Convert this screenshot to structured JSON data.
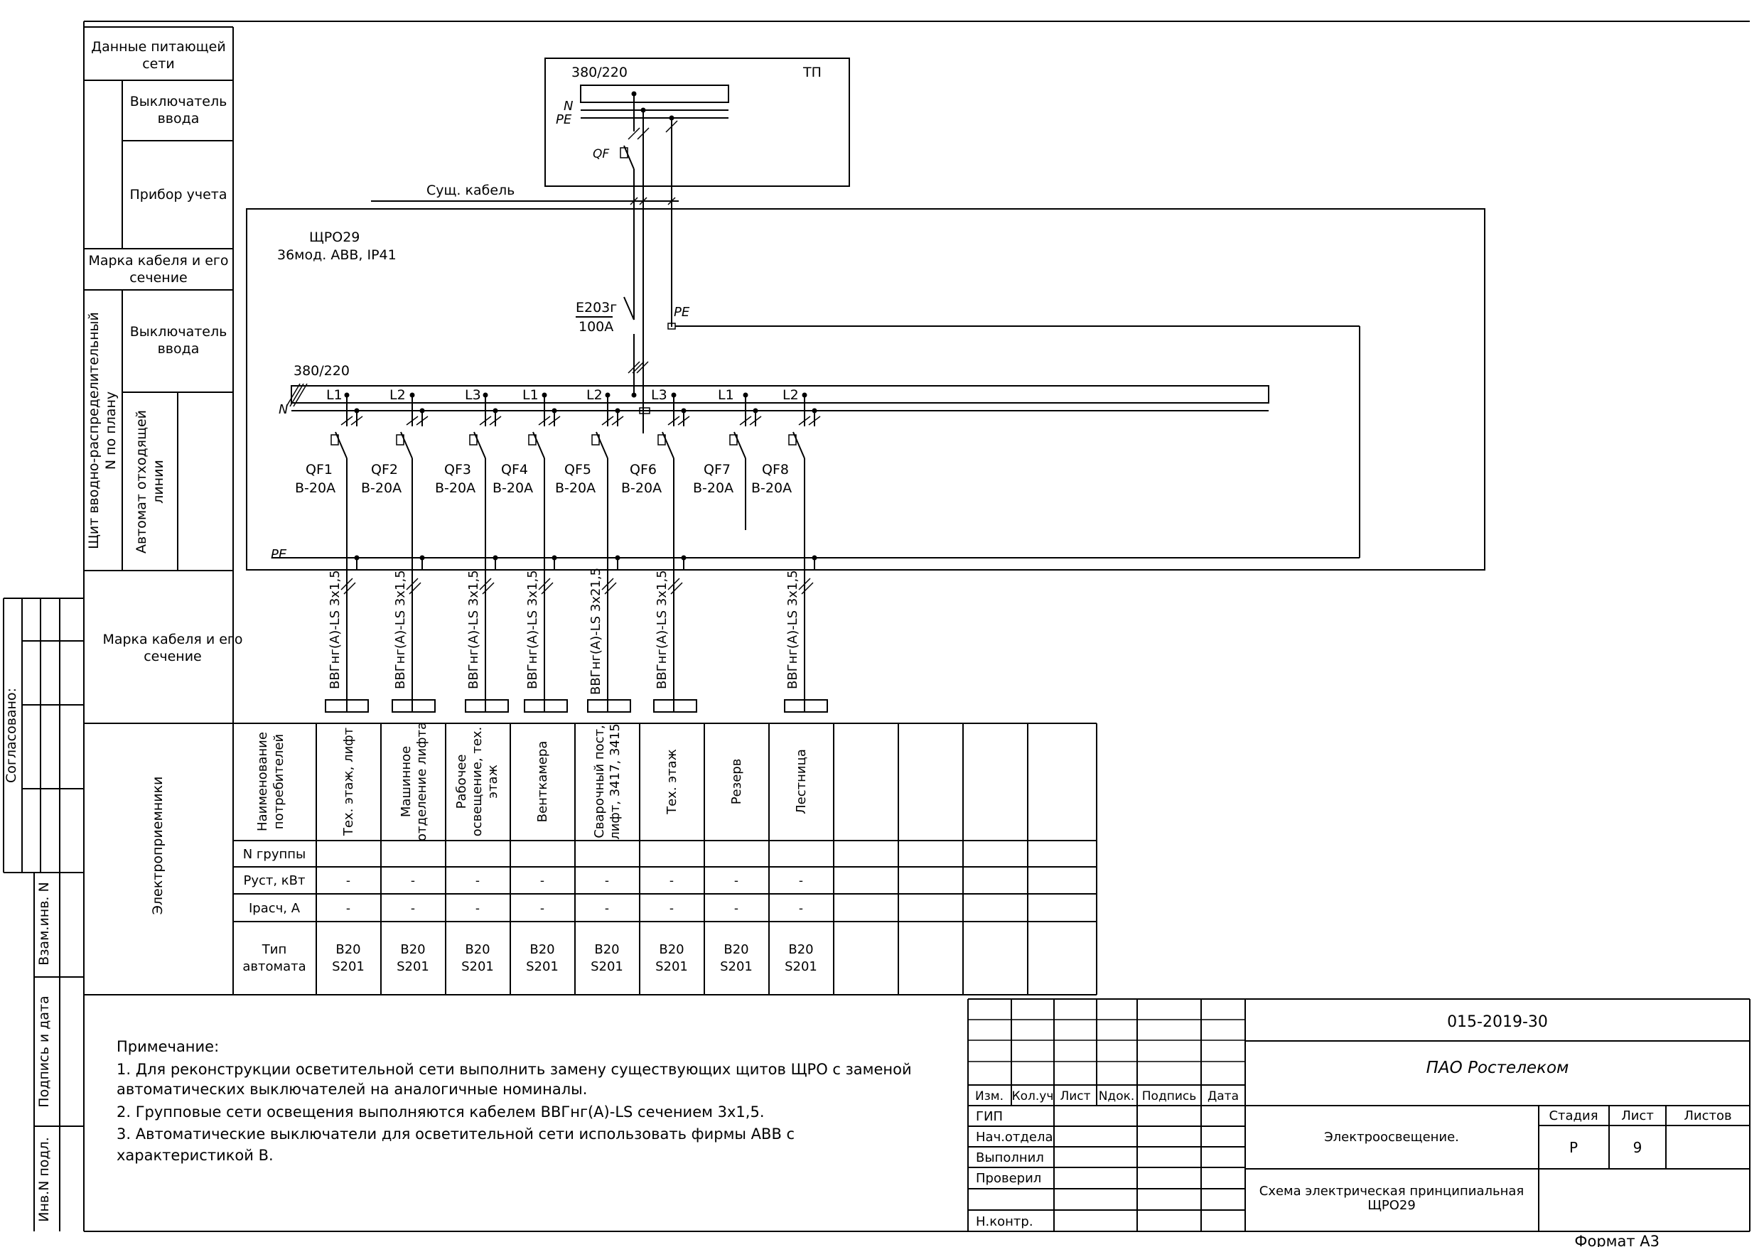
{
  "left_strip": {
    "soglasovano": "Согласовано:",
    "vzam_inv": "Взам.инв. N",
    "podpis_data": "Подпись и дата",
    "inv_podl": "Инв.N подл."
  },
  "left_table": {
    "supply_data": [
      "Данные питающей",
      "сети"
    ],
    "input_breaker_top": [
      "Выключатель",
      "ввода"
    ],
    "meter": "Прибор учета",
    "cable_top": [
      "Марка кабеля и его",
      "сечение"
    ],
    "panel_vertical": [
      "Щит вводно-распределительный",
      "N по плану"
    ],
    "input_breaker_panel": [
      "Выключатель",
      "ввода"
    ],
    "outgoing_vertical": [
      "Автомат отходящей",
      "линии"
    ],
    "cable_bottom": [
      "Марка кабеля и его",
      "сечение"
    ],
    "receivers_vertical": "Электроприемники"
  },
  "tp_box": {
    "voltage": "380/220",
    "name": "ТП",
    "n": "N",
    "pe": "PE",
    "qf": "QF",
    "existing_cable": "Сущ. кабель"
  },
  "panel": {
    "name": "ЩРО29",
    "spec": "36мод. ABB, IP41",
    "main_breaker": "E203г",
    "main_rating": "100А",
    "voltage": "380/220",
    "pe_top": "PE",
    "n": "N",
    "pe_bottom": "PE",
    "phases": [
      "L1",
      "L2",
      "L3",
      "L1",
      "L2",
      "L3",
      "L1",
      "L2"
    ]
  },
  "circuits": [
    {
      "qf": "QF1",
      "rating": "B-20A",
      "cable": "ВВГнг(А)-LS 3х1,5",
      "consumer": [
        "Тех. этаж, лифт"
      ],
      "group": "",
      "p": "-",
      "i": "-",
      "type": [
        "B20",
        "S201"
      ]
    },
    {
      "qf": "QF2",
      "rating": "B-20A",
      "cable": "ВВГнг(А)-LS 3х1,5",
      "consumer": [
        "Машинное",
        "отделение лифта"
      ],
      "group": "",
      "p": "-",
      "i": "-",
      "type": [
        "B20",
        "S201"
      ]
    },
    {
      "qf": "QF3",
      "rating": "B-20A",
      "cable": "ВВГнг(А)-LS 3х1,5",
      "consumer": [
        "Рабочее",
        "освещение, тех.",
        "этаж"
      ],
      "group": "",
      "p": "-",
      "i": "-",
      "type": [
        "B20",
        "S201"
      ]
    },
    {
      "qf": "QF4",
      "rating": "B-20A",
      "cable": "ВВГнг(А)-LS 3х1,5",
      "consumer": [
        "Венткамера"
      ],
      "group": "",
      "p": "-",
      "i": "-",
      "type": [
        "B20",
        "S201"
      ]
    },
    {
      "qf": "QF5",
      "rating": "B-20A",
      "cable": "ВВГнг(А)-LS 3х21,5",
      "consumer": [
        "Сварочный пост,",
        "лифт, 3417, 3415"
      ],
      "group": "",
      "p": "-",
      "i": "-",
      "type": [
        "B20",
        "S201"
      ]
    },
    {
      "qf": "QF6",
      "rating": "B-20A",
      "cable": "ВВГнг(А)-LS 3х1,5",
      "consumer": [
        "Тех. этаж"
      ],
      "group": "",
      "p": "-",
      "i": "-",
      "type": [
        "B20",
        "S201"
      ]
    },
    {
      "qf": "QF7",
      "rating": "B-20A",
      "cable": "",
      "consumer": [
        "Резерв"
      ],
      "group": "",
      "p": "-",
      "i": "-",
      "type": [
        "B20",
        "S201"
      ]
    },
    {
      "qf": "QF8",
      "rating": "B-20A",
      "cable": "ВВГнг(А)-LS 3х1,5",
      "consumer": [
        "Лестница"
      ],
      "group": "",
      "p": "-",
      "i": "-",
      "type": [
        "B20",
        "S201"
      ]
    }
  ],
  "table_rows": {
    "consumer_name": [
      "Наименование",
      "потребителей"
    ],
    "group_no": "N группы",
    "p_inst": "Руст, кВт",
    "i_calc": "Iрасч, А",
    "breaker_type": [
      "Тип",
      "автомата"
    ]
  },
  "notes": {
    "title": "Примечание:",
    "lines": [
      "1. Для реконструкции осветительной сети выполнить замену существующих щитов ЩРО с заменой",
      "автоматических выключателей на аналогичные номиналы.",
      "2. Групповые сети освещения выполняются кабелем ВВГнг(А)-LS сечением 3х1,5.",
      "3. Автоматические выключатели для осветительной сети использовать фирмы ABB с",
      "характеристикой В."
    ]
  },
  "title_block": {
    "doc_code": "015-2019-30",
    "organization": "ПАО Ростелеком",
    "headers": [
      "Изм.",
      "Кол.уч",
      "Лист",
      "Nдок.",
      "Подпись",
      "Дата"
    ],
    "roles": [
      "ГИП",
      "Нач.отдела",
      "Выполнил",
      "Проверил",
      "Н.контр."
    ],
    "section": "Электроосвещение.",
    "stage_label": "Стадия",
    "sheet_label": "Лист",
    "sheets_label": "Листов",
    "stage": "Р",
    "sheet": "9",
    "sheets": "",
    "sheet_title": [
      "Схема электрическая принципиальная",
      "ЩРО29"
    ],
    "format": "Формат А3"
  }
}
